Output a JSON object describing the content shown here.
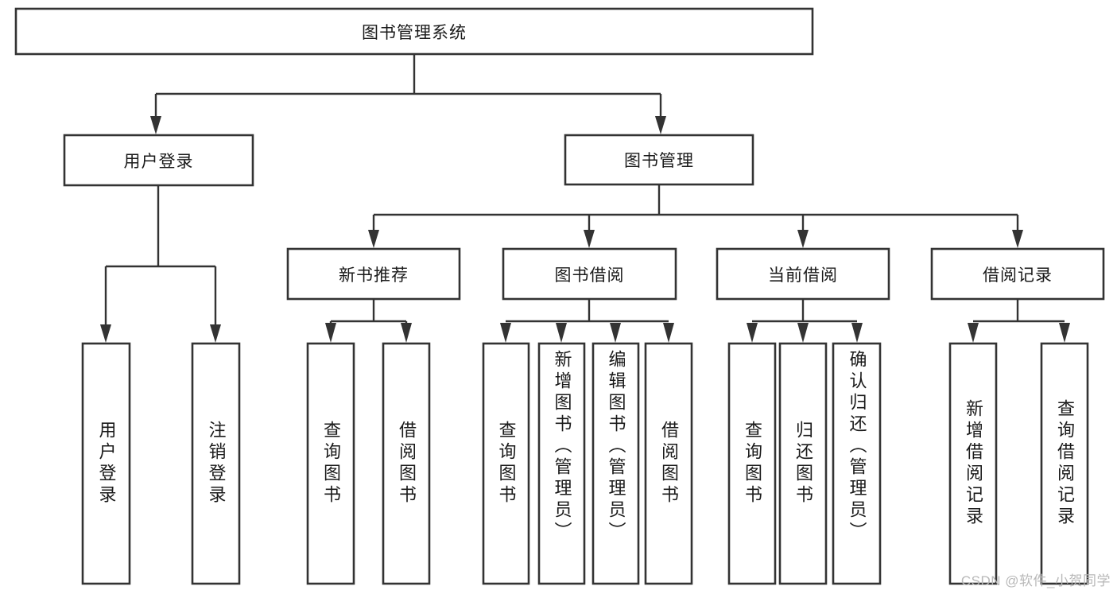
{
  "diagram": {
    "type": "tree",
    "title": "图书管理系统",
    "orientation": "top-down",
    "colors": {
      "box_stroke": "#333333",
      "box_fill": "#ffffff",
      "connector": "#333333",
      "text": "#1a1a1a",
      "watermark": "#b8b8b8",
      "background": "#ffffff"
    },
    "levels": {
      "level1": {
        "label": "图书管理系统"
      },
      "level2": [
        {
          "label": "用户登录"
        },
        {
          "label": "图书管理"
        }
      ],
      "level3": [
        {
          "label": "新书推荐"
        },
        {
          "label": "图书借阅"
        },
        {
          "label": "当前借阅"
        },
        {
          "label": "借阅记录"
        }
      ],
      "leaves": [
        {
          "label": "用户登录",
          "parent": "用户登录",
          "orientation": "vertical"
        },
        {
          "label": "注销登录",
          "parent": "用户登录",
          "orientation": "vertical"
        },
        {
          "label": "查询图书",
          "parent": "新书推荐",
          "orientation": "vertical"
        },
        {
          "label": "借阅图书",
          "parent": "新书推荐",
          "orientation": "vertical"
        },
        {
          "label": "查询图书",
          "parent": "图书借阅",
          "orientation": "vertical"
        },
        {
          "label": "新增图书（管理员）",
          "parent": "图书借阅",
          "orientation": "vertical"
        },
        {
          "label": "编辑图书（管理员）",
          "parent": "图书借阅",
          "orientation": "vertical"
        },
        {
          "label": "借阅图书",
          "parent": "图书借阅",
          "orientation": "vertical"
        },
        {
          "label": "查询图书",
          "parent": "当前借阅",
          "orientation": "vertical"
        },
        {
          "label": "归还图书",
          "parent": "当前借阅",
          "orientation": "vertical"
        },
        {
          "label": "确认归还（管理员）",
          "parent": "当前借阅",
          "orientation": "vertical"
        },
        {
          "label": "新增借阅记录",
          "parent": "借阅记录",
          "orientation": "vertical"
        },
        {
          "label": "查询借阅记录",
          "parent": "借阅记录",
          "orientation": "vertical"
        }
      ]
    }
  },
  "watermark": {
    "text": "CSDN @软件_小贺同学"
  }
}
